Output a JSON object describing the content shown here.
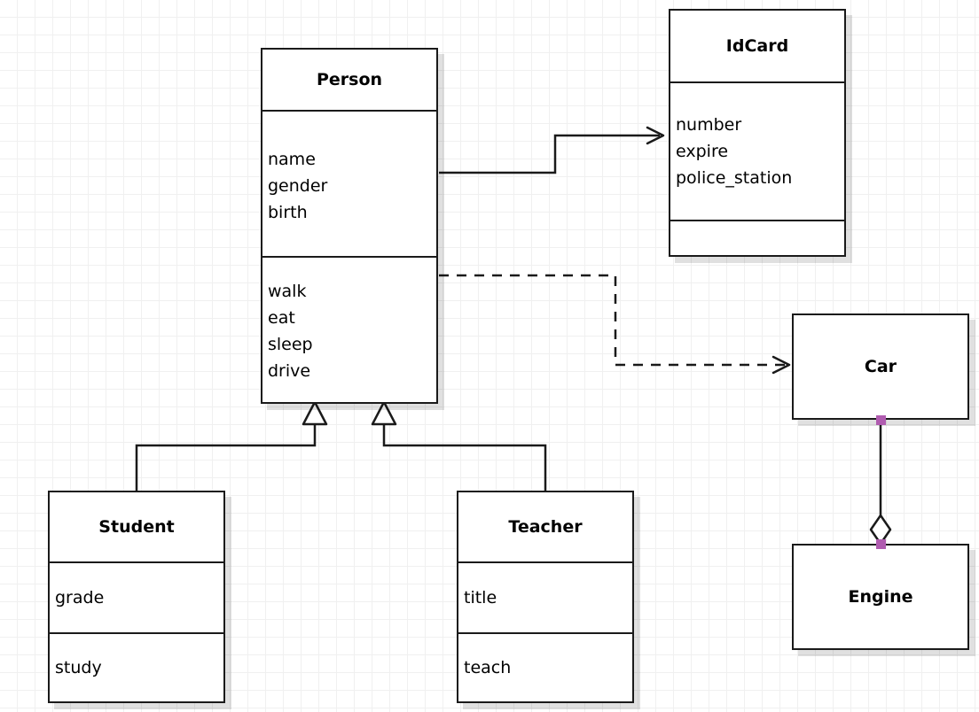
{
  "diagram": {
    "kind": "uml-class-diagram",
    "background": "#ffffff",
    "grid_color": "#f0f0f0",
    "stroke_color": "#1a1a1a",
    "handle_color": "#b05cb0",
    "shadow_color": "rgba(0,0,0,0.12)"
  },
  "classes": {
    "person": {
      "name": "Person",
      "attributes": [
        "name",
        "gender",
        "birth"
      ],
      "methods": [
        "walk",
        "eat",
        "sleep",
        "drive"
      ]
    },
    "idcard": {
      "name": "IdCard",
      "attributes": [
        "number",
        "expire",
        "police_station"
      ],
      "methods": []
    },
    "student": {
      "name": "Student",
      "attributes": [
        "grade"
      ],
      "methods": [
        "study"
      ]
    },
    "teacher": {
      "name": "Teacher",
      "attributes": [
        "title"
      ],
      "methods": [
        "teach"
      ]
    },
    "car": {
      "name": "Car",
      "attributes": [],
      "methods": []
    },
    "engine": {
      "name": "Engine",
      "attributes": [],
      "methods": []
    }
  },
  "relations": [
    {
      "id": "person-idcard",
      "type": "association",
      "line": "solid",
      "arrowhead": "open",
      "from": "Person",
      "to": "IdCard"
    },
    {
      "id": "person-car",
      "type": "dependency",
      "line": "dashed",
      "arrowhead": "open",
      "from": "Person",
      "to": "Car"
    },
    {
      "id": "student-person",
      "type": "generalization",
      "line": "solid",
      "arrowhead": "hollow-triangle",
      "from": "Student",
      "to": "Person"
    },
    {
      "id": "teacher-person",
      "type": "generalization",
      "line": "solid",
      "arrowhead": "hollow-triangle",
      "from": "Teacher",
      "to": "Person"
    },
    {
      "id": "car-engine",
      "type": "aggregation",
      "line": "solid",
      "arrowhead": "hollow-diamond",
      "from": "Car",
      "to": "Engine",
      "selected": true
    }
  ]
}
